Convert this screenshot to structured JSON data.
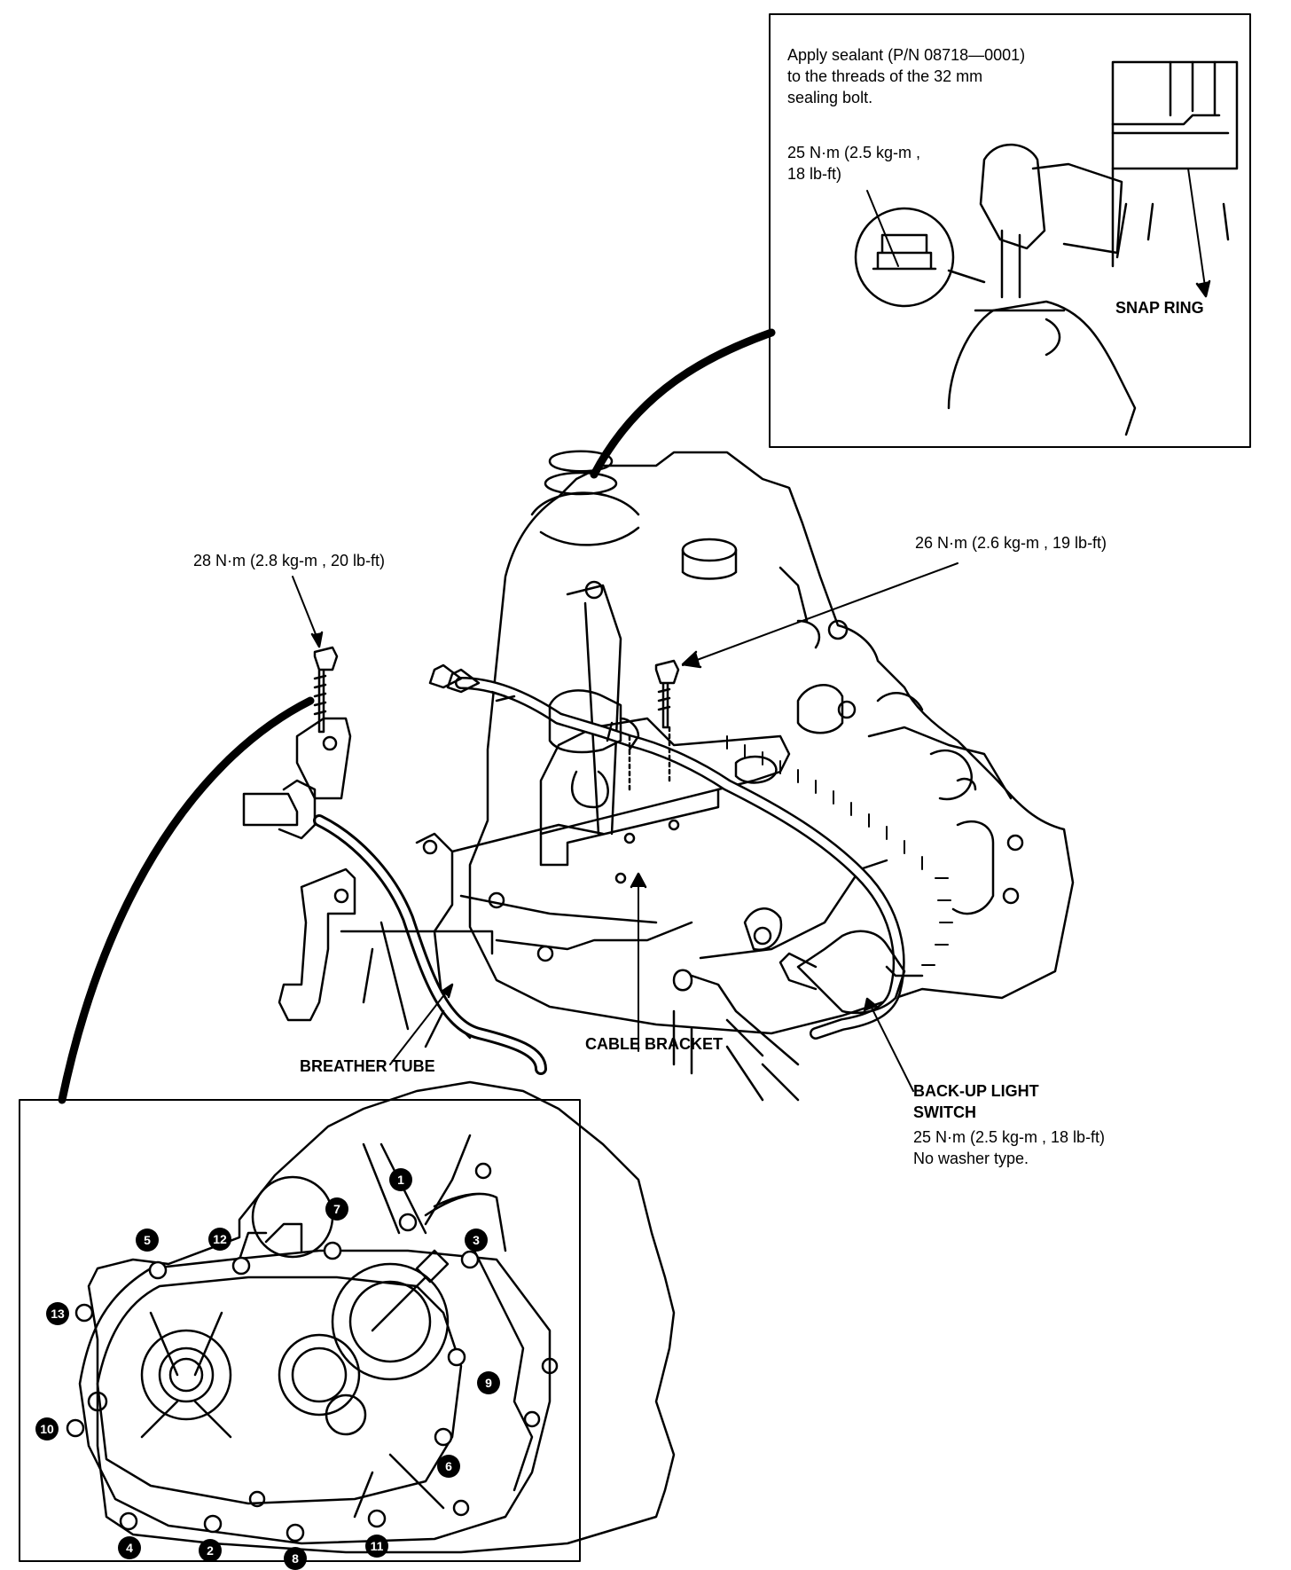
{
  "inset_top": {
    "sealant_note": "Apply sealant (P/N 08718—0001)\nto the threads of the 32 mm\nsealing bolt.",
    "torque": "25  N·m  (2.5  kg-m ,\n18  lb-ft)",
    "snap_ring": "SNAP RING"
  },
  "callouts": {
    "left_bolt_torque": "28  N·m (2.8  kg-m ,  20  lb-ft)",
    "right_bolt_torque": "26  N·m (2.6  kg-m ,  19  lb-ft)",
    "breather_tube": "BREATHER TUBE",
    "cable_bracket": "CABLE BRACKET",
    "backup_switch_title": "BACK-UP LIGHT\nSWITCH",
    "backup_switch_torque": "25  N·m (2.5  kg-m ,  18  lb-ft)",
    "backup_switch_note": "No washer type."
  },
  "bolt_sequence": [
    "1",
    "2",
    "3",
    "4",
    "5",
    "6",
    "7",
    "8",
    "9",
    "10",
    "11",
    "12",
    "13"
  ]
}
